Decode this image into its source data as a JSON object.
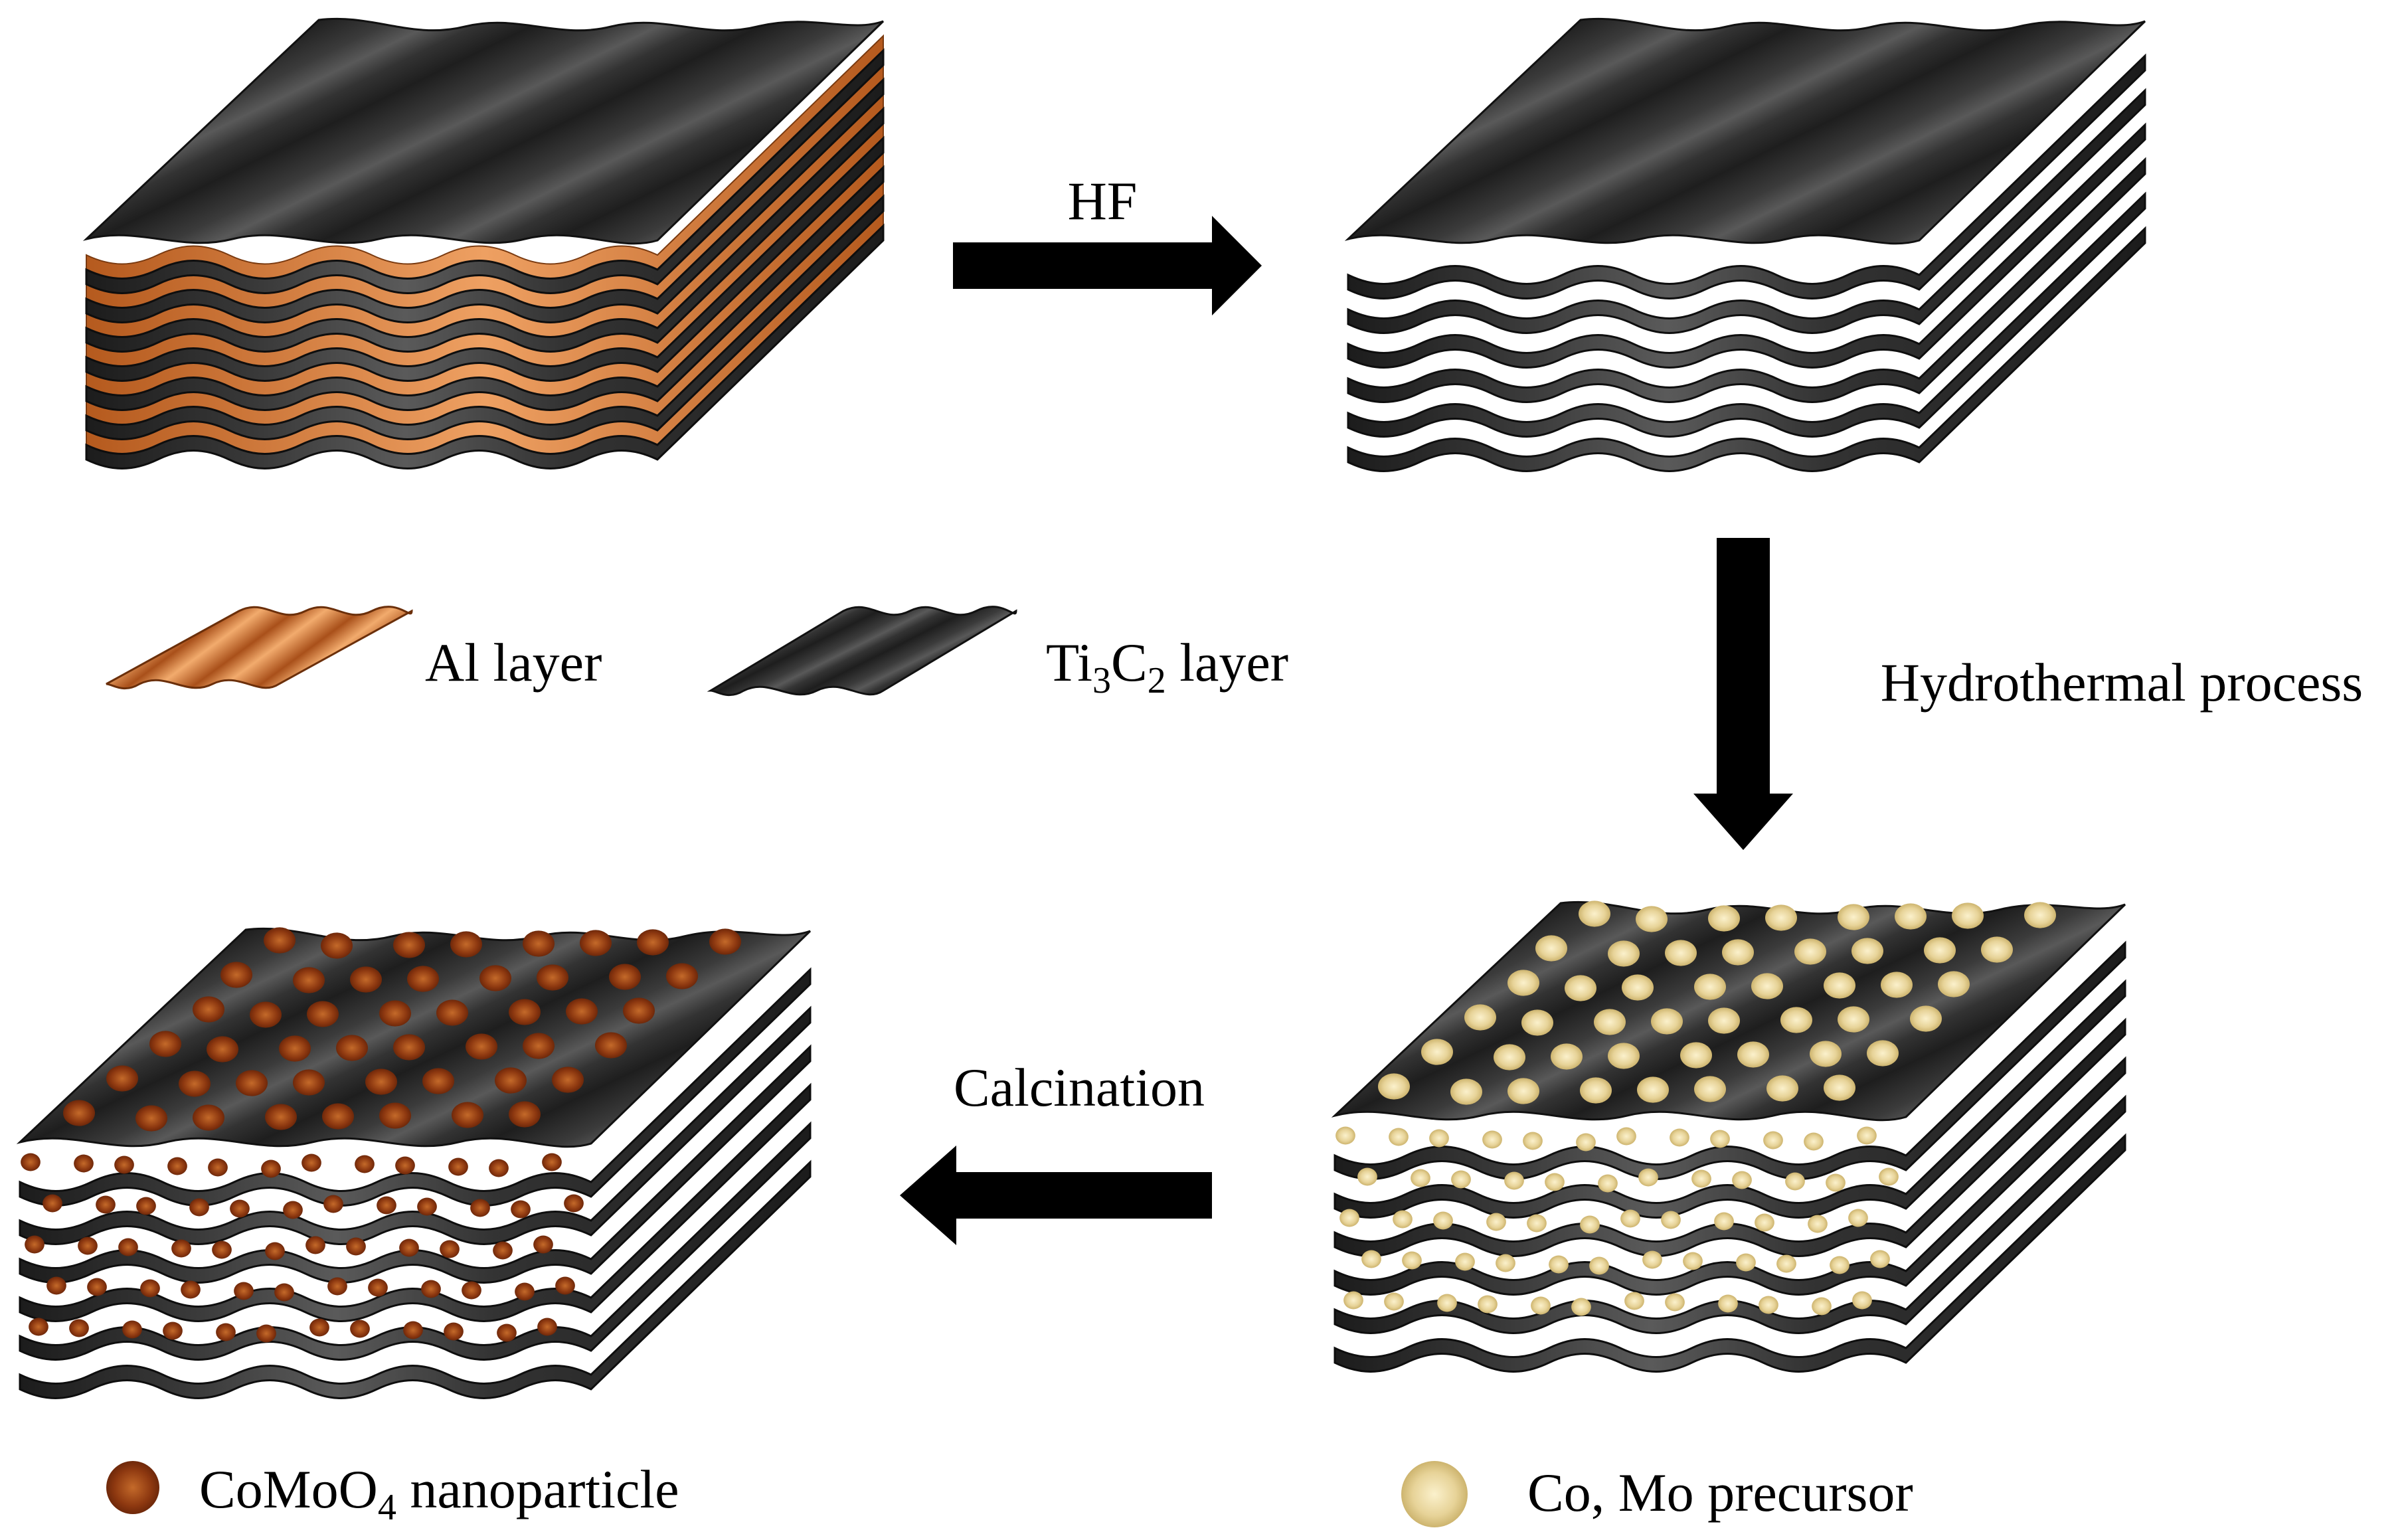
{
  "steps": {
    "etch": "HF",
    "hydrothermal": "Hydrothermal process",
    "calcination": "Calcination"
  },
  "legend": {
    "al": "Al layer",
    "ti_main": "Ti",
    "ti_sub1": "3",
    "ti_mid": "C",
    "ti_sub2": "2",
    "ti_tail": " layer",
    "como_main": "CoMoO",
    "como_sub": "4",
    "como_tail": " nanoparticle",
    "precursor": "Co, Mo precursor"
  },
  "colors": {
    "sheet": "#2e2e2e",
    "sheet_highlight": "#565656",
    "sheet_edge": "#111111",
    "al_layer": "#c8692a",
    "al_highlight": "#f0a56a",
    "nanoparticle": "#8a3410",
    "nanoparticle_light": "#b0581e",
    "precursor": "#e3cf8e",
    "precursor_light": "#fbf1cc"
  },
  "icons": {
    "arrow_right": "arrow-right-icon",
    "arrow_down": "arrow-down-icon",
    "arrow_left": "arrow-left-icon"
  }
}
